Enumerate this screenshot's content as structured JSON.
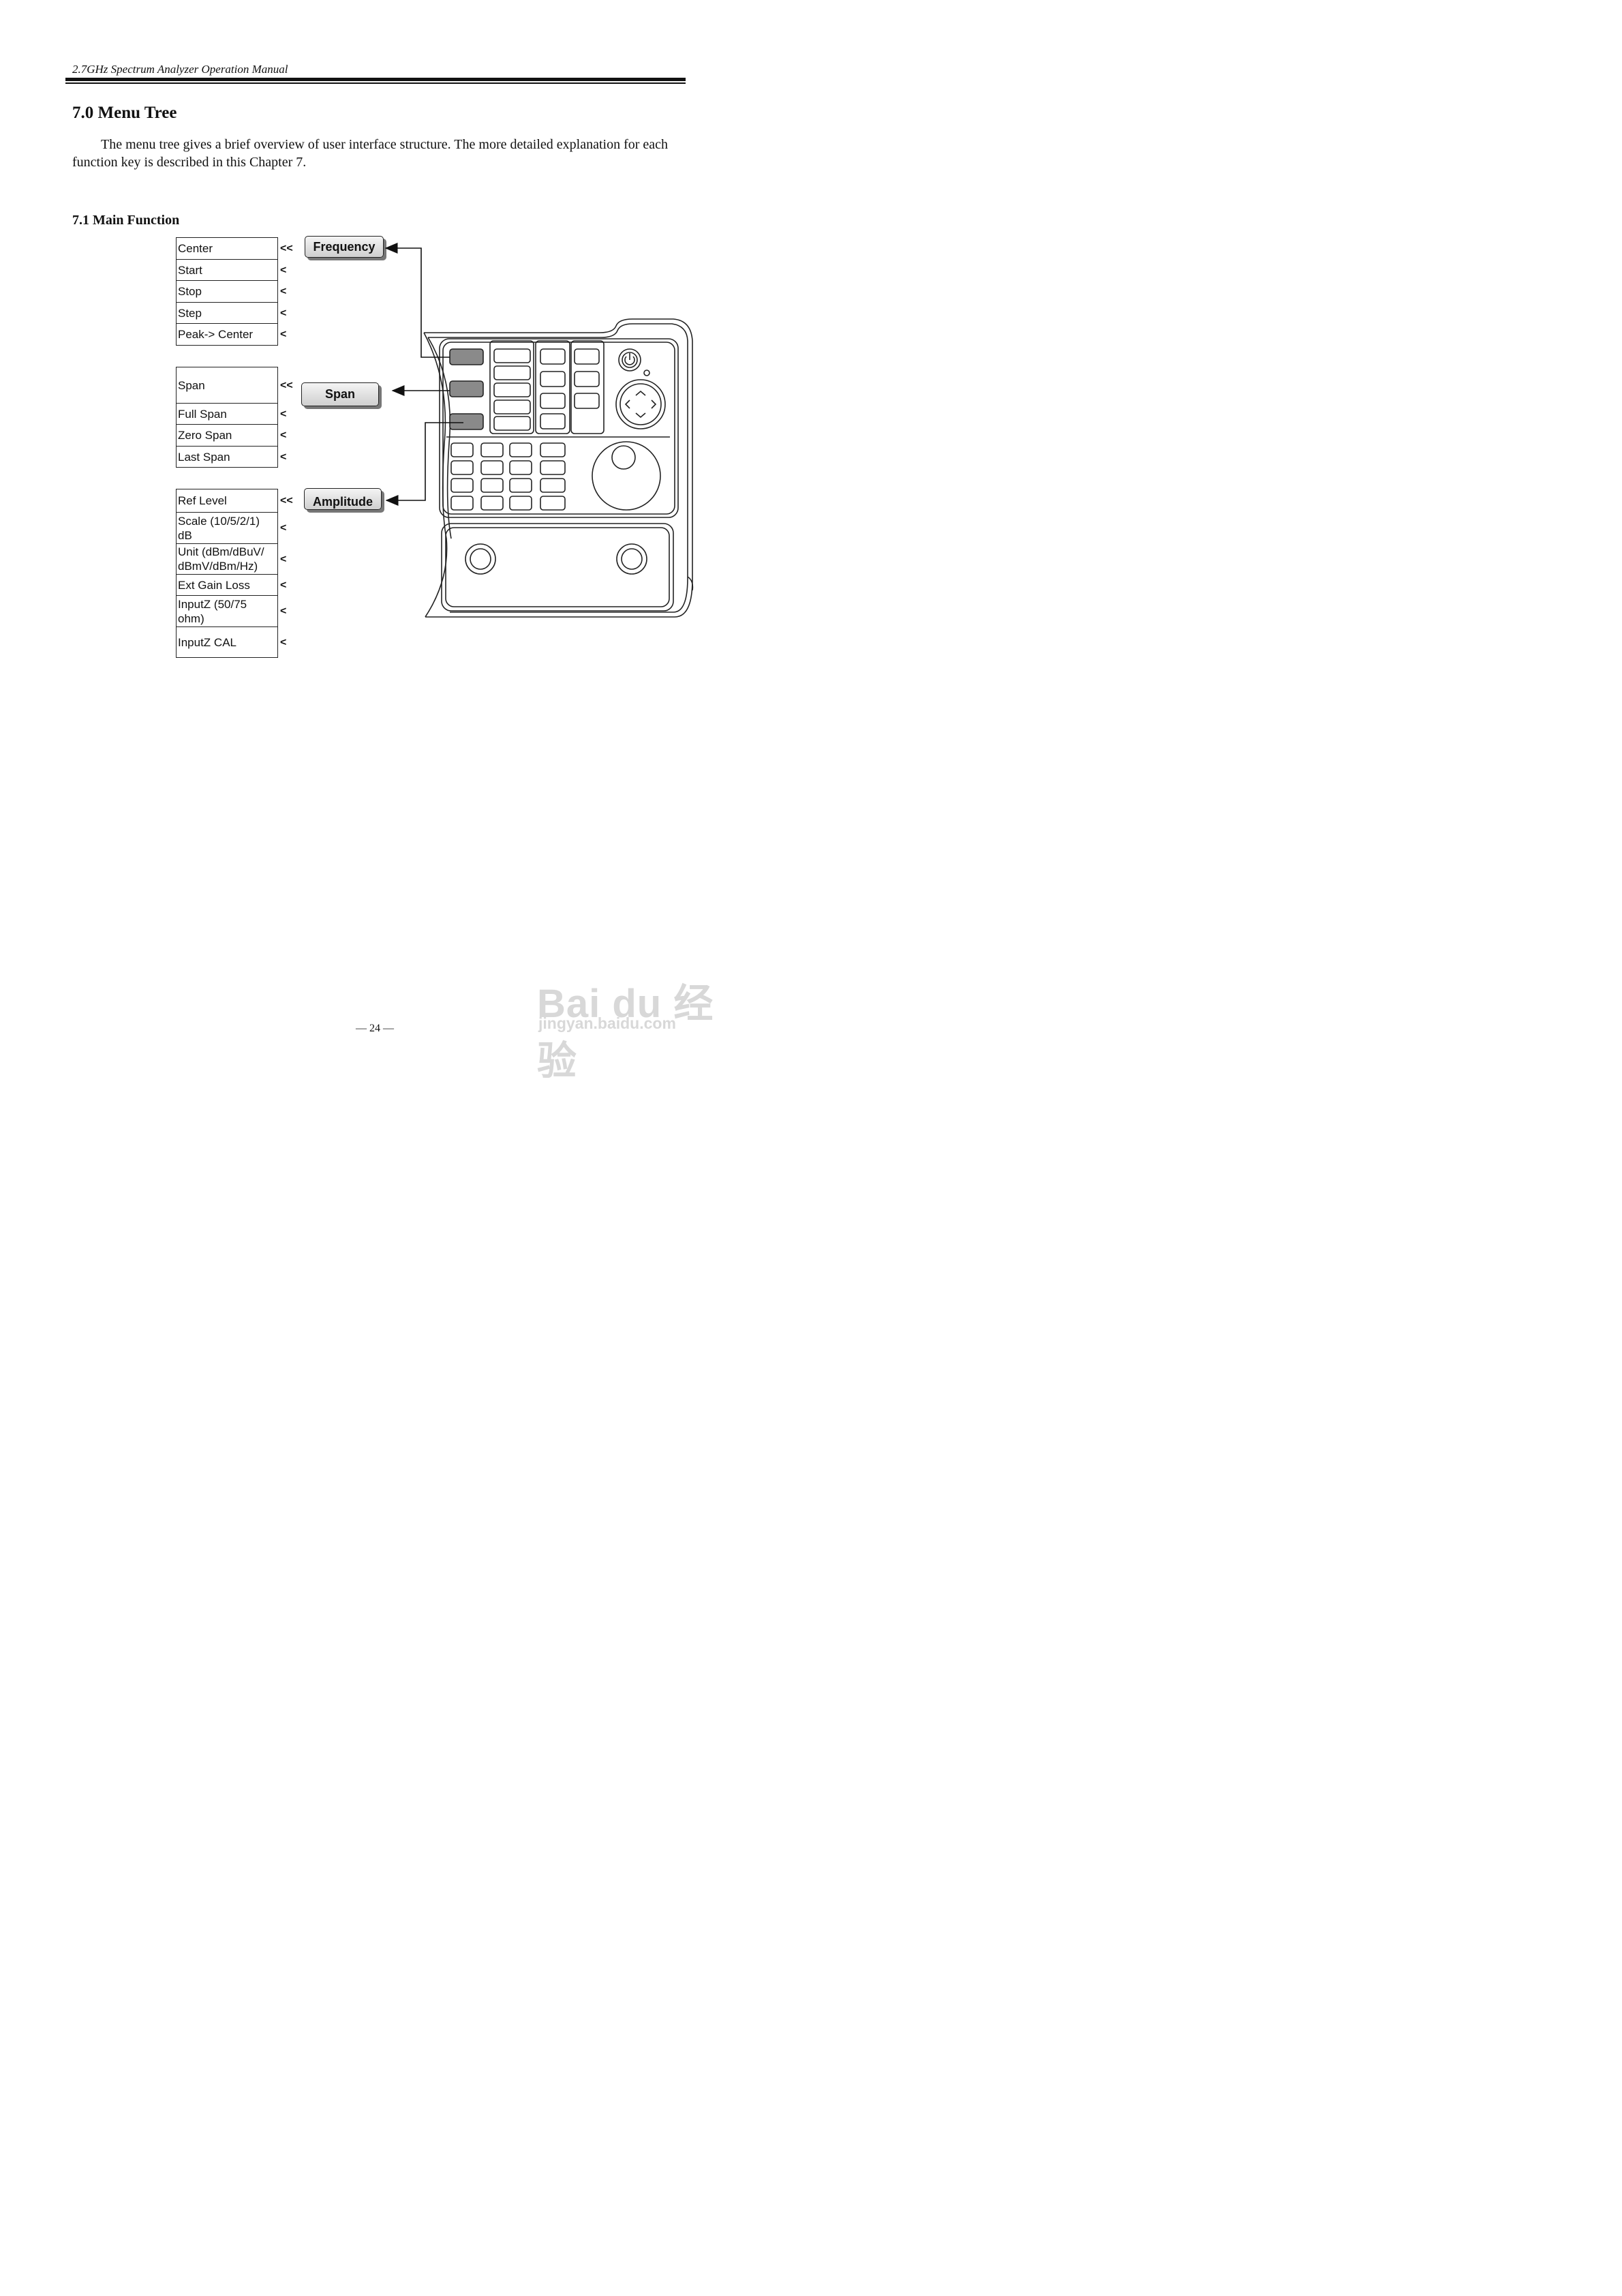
{
  "header": {
    "running_title": "2.7GHz Spectrum Analyzer Operation Manual"
  },
  "section": {
    "title": "7.0 Menu Tree",
    "intro": "The menu tree gives a brief overview of user interface structure. The more detailed explanation for each function key is described in this Chapter 7."
  },
  "subsection": {
    "title": "7.1 Main Function"
  },
  "groups": [
    {
      "key_label": "Frequency",
      "items": [
        {
          "label": "Center",
          "arrow": "<<"
        },
        {
          "label": "Start",
          "arrow": "<"
        },
        {
          "label": "Stop",
          "arrow": "<"
        },
        {
          "label": "Step",
          "arrow": "<"
        },
        {
          "label": "Peak-> Center",
          "arrow": "<"
        }
      ]
    },
    {
      "key_label": "Span",
      "items": [
        {
          "label": "Span",
          "arrow": "<<"
        },
        {
          "label": "Full Span",
          "arrow": "<"
        },
        {
          "label": "Zero Span",
          "arrow": "<"
        },
        {
          "label": "Last Span",
          "arrow": "<"
        }
      ]
    },
    {
      "key_label": "Amplitude",
      "items": [
        {
          "label": "Ref Level",
          "arrow": "<<"
        },
        {
          "label": "Scale (10/5/2/1) dB",
          "arrow": "<"
        },
        {
          "label": "Unit (dBm/dBuV/ dBmV/dBm/Hz)",
          "arrow": "<"
        },
        {
          "label": "Ext Gain Loss",
          "arrow": "<"
        },
        {
          "label": "InputZ (50/75 ohm)",
          "arrow": "<"
        },
        {
          "label": "InputZ CAL",
          "arrow": "<"
        }
      ]
    }
  ],
  "footer": {
    "page_number": "— 24 —"
  },
  "watermark": {
    "line1": "Bai du 经验",
    "line2": "jingyan.baidu.com"
  },
  "colors": {
    "function_key_fill": "#8a8a8a",
    "key_face": "#d9d9d9"
  }
}
